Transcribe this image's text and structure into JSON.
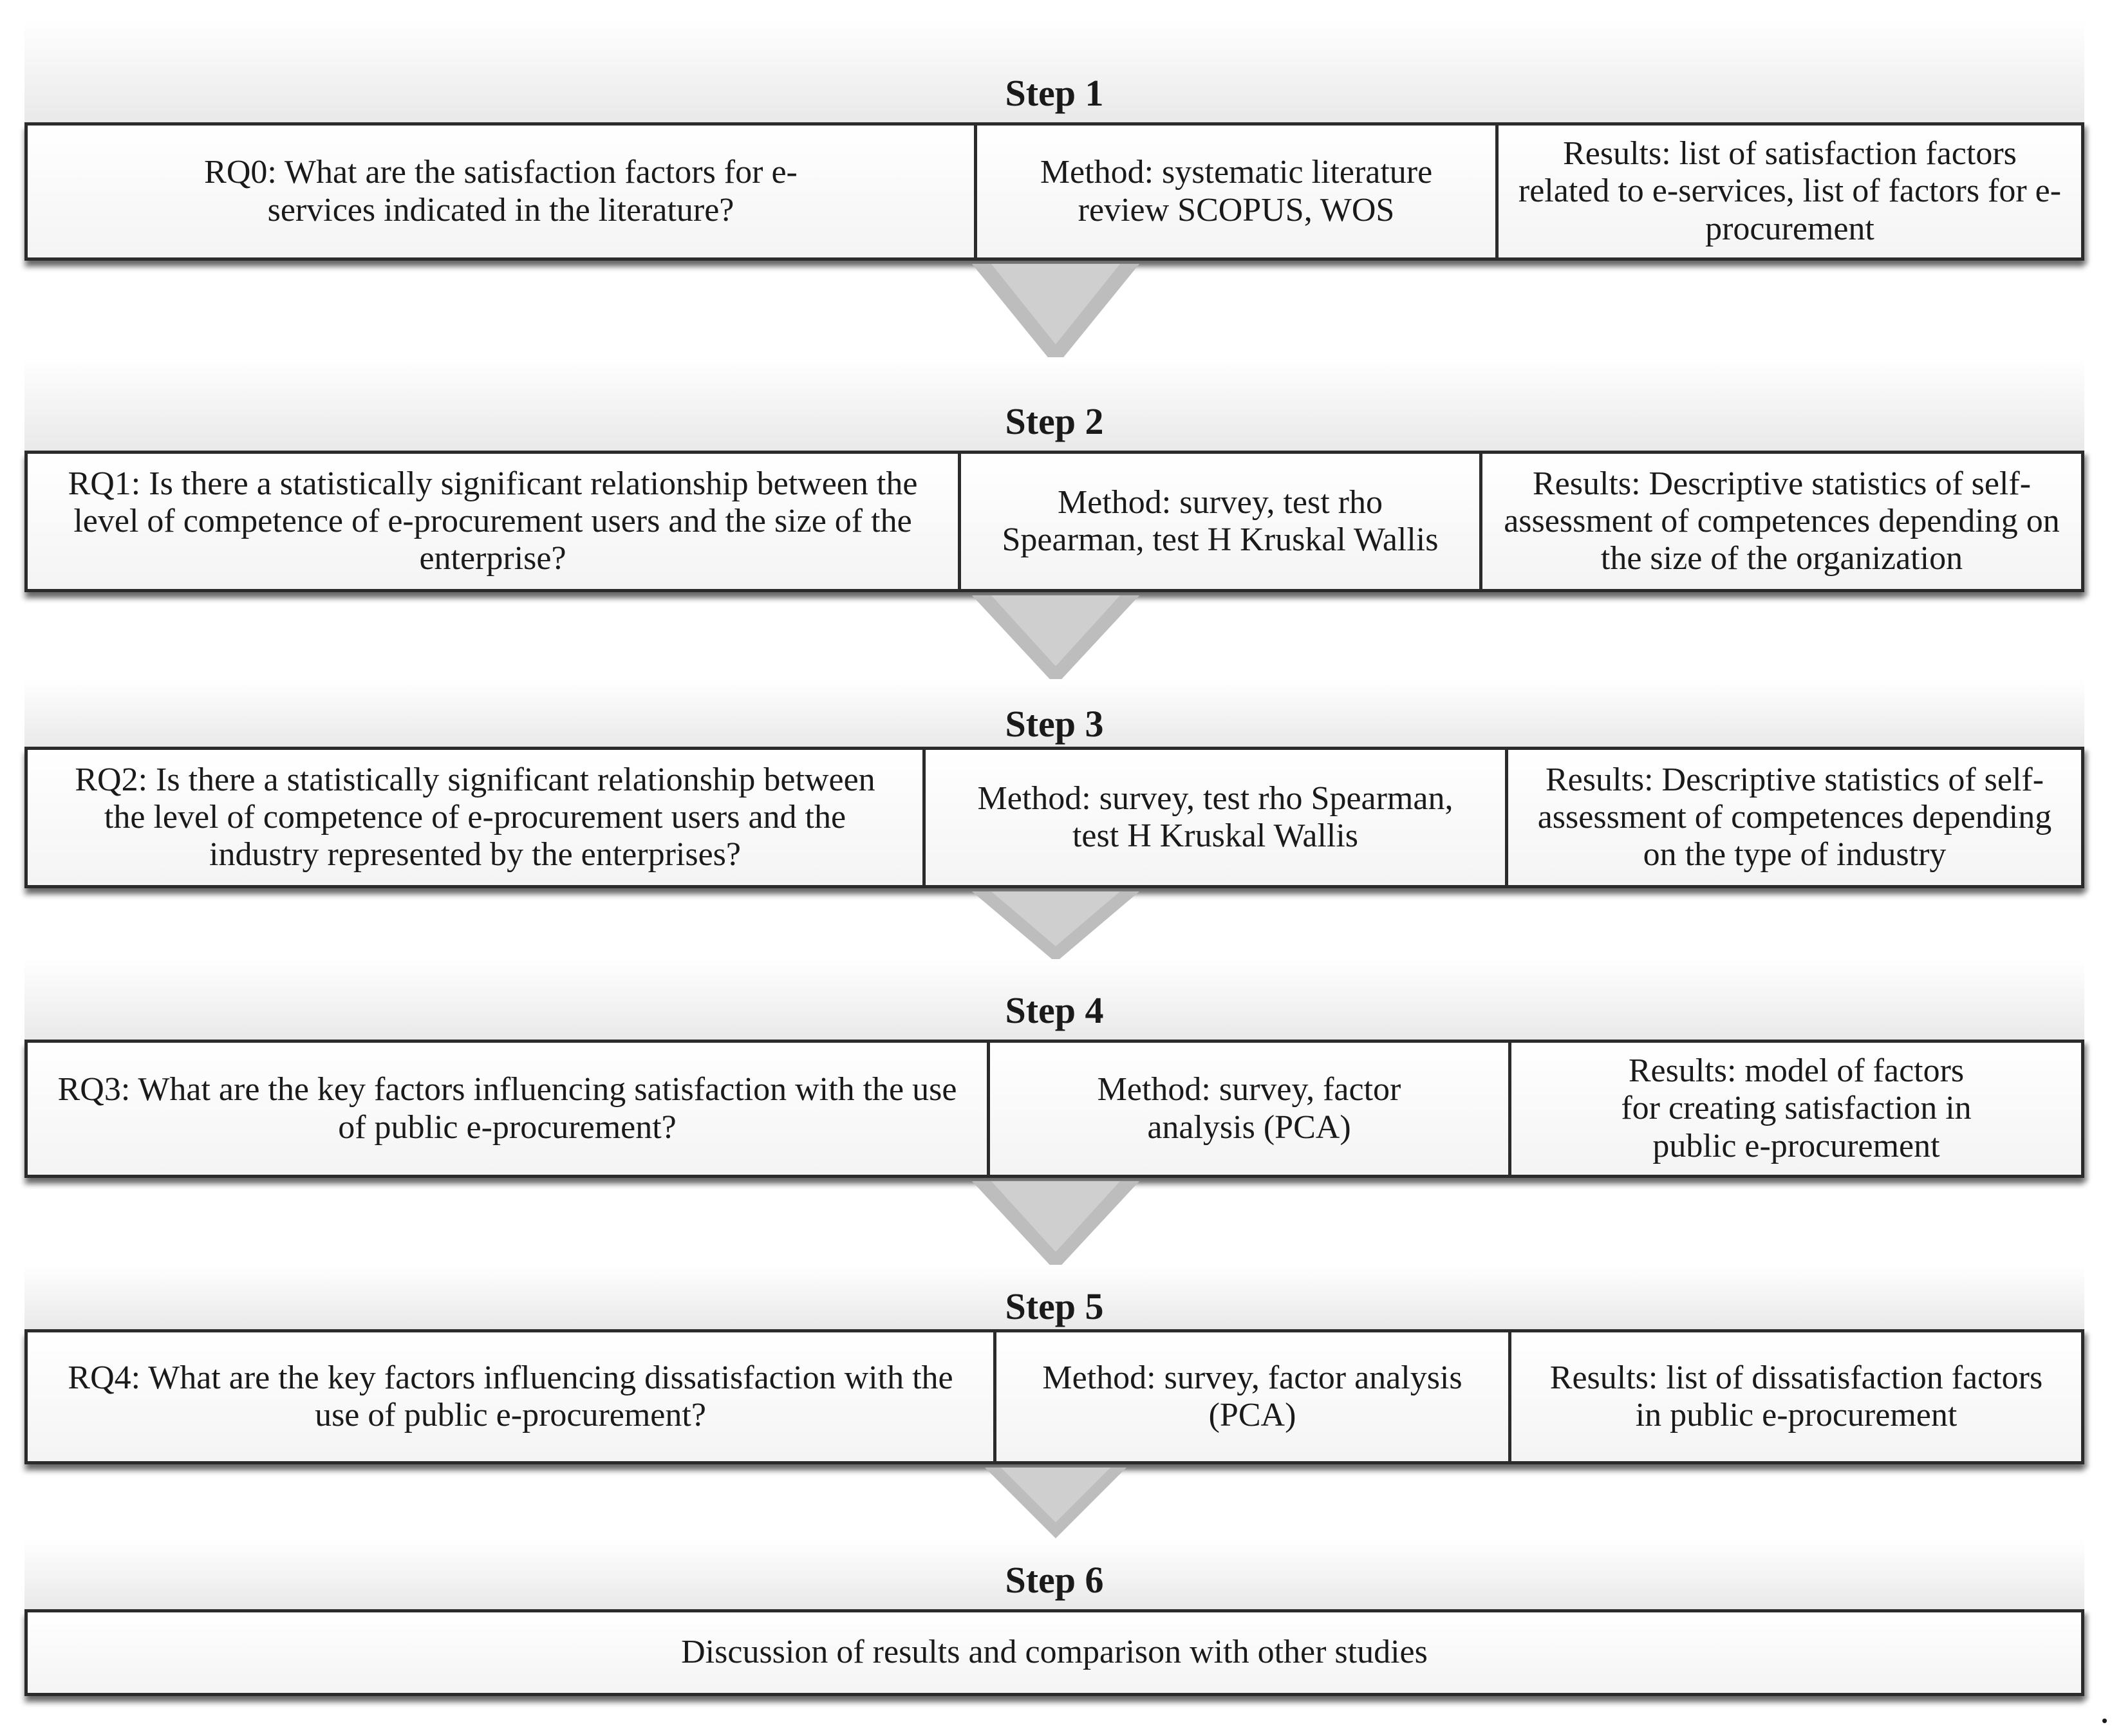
{
  "steps": [
    {
      "title": "Step 1",
      "rq": "RQ0: What are the satisfaction factors for e-services indicated in the literature?",
      "method": "Method: systematic literature review SCOPUS, WOS",
      "results": "Results: list of satisfaction factors related to e-services, list of factors for e-procurement"
    },
    {
      "title": "Step 2",
      "rq": "RQ1: Is there a statistically significant relationship between the level of competence of e-procurement users and the size of the enterprise?",
      "method": "Method: survey, test rho Spearman, test H Kruskal Wallis",
      "results": "Results: Descriptive statistics of self-assessment of competences depending on the size of the organization"
    },
    {
      "title": "Step 3",
      "rq": "RQ2: Is there a statistically significant relationship between the level of competence of e-procurement users and the industry represented by the enterprises?",
      "method": "Method: survey, test rho Spearman, test H Kruskal Wallis",
      "results": "Results: Descriptive statistics of self-assessment of competences depending on the type of industry"
    },
    {
      "title": "Step 4",
      "rq": "RQ3: What are the key factors influencing satisfaction with the use of public e-procurement?",
      "method": "Method: survey, factor analysis (PCA)",
      "results": "Results: model of factors for creating satisfaction in public e-procurement"
    },
    {
      "title": "Step 5",
      "rq": "RQ4: What are the key factors influencing dissatisfaction with the use of public e-procurement?",
      "method": "Method: survey, factor analysis (PCA)",
      "results": "Results: list of dissatisfaction factors in public e-procurement"
    },
    {
      "title": "Step 6",
      "summary": "Discussion of results and comparison with other studies"
    }
  ],
  "trailing_mark": ".",
  "colors": {
    "border": "#2b2b2b",
    "arrow": "#bdbdbd",
    "header_shade": "#e9e9e9"
  },
  "icons": {
    "connector": "down-arrow-icon"
  }
}
